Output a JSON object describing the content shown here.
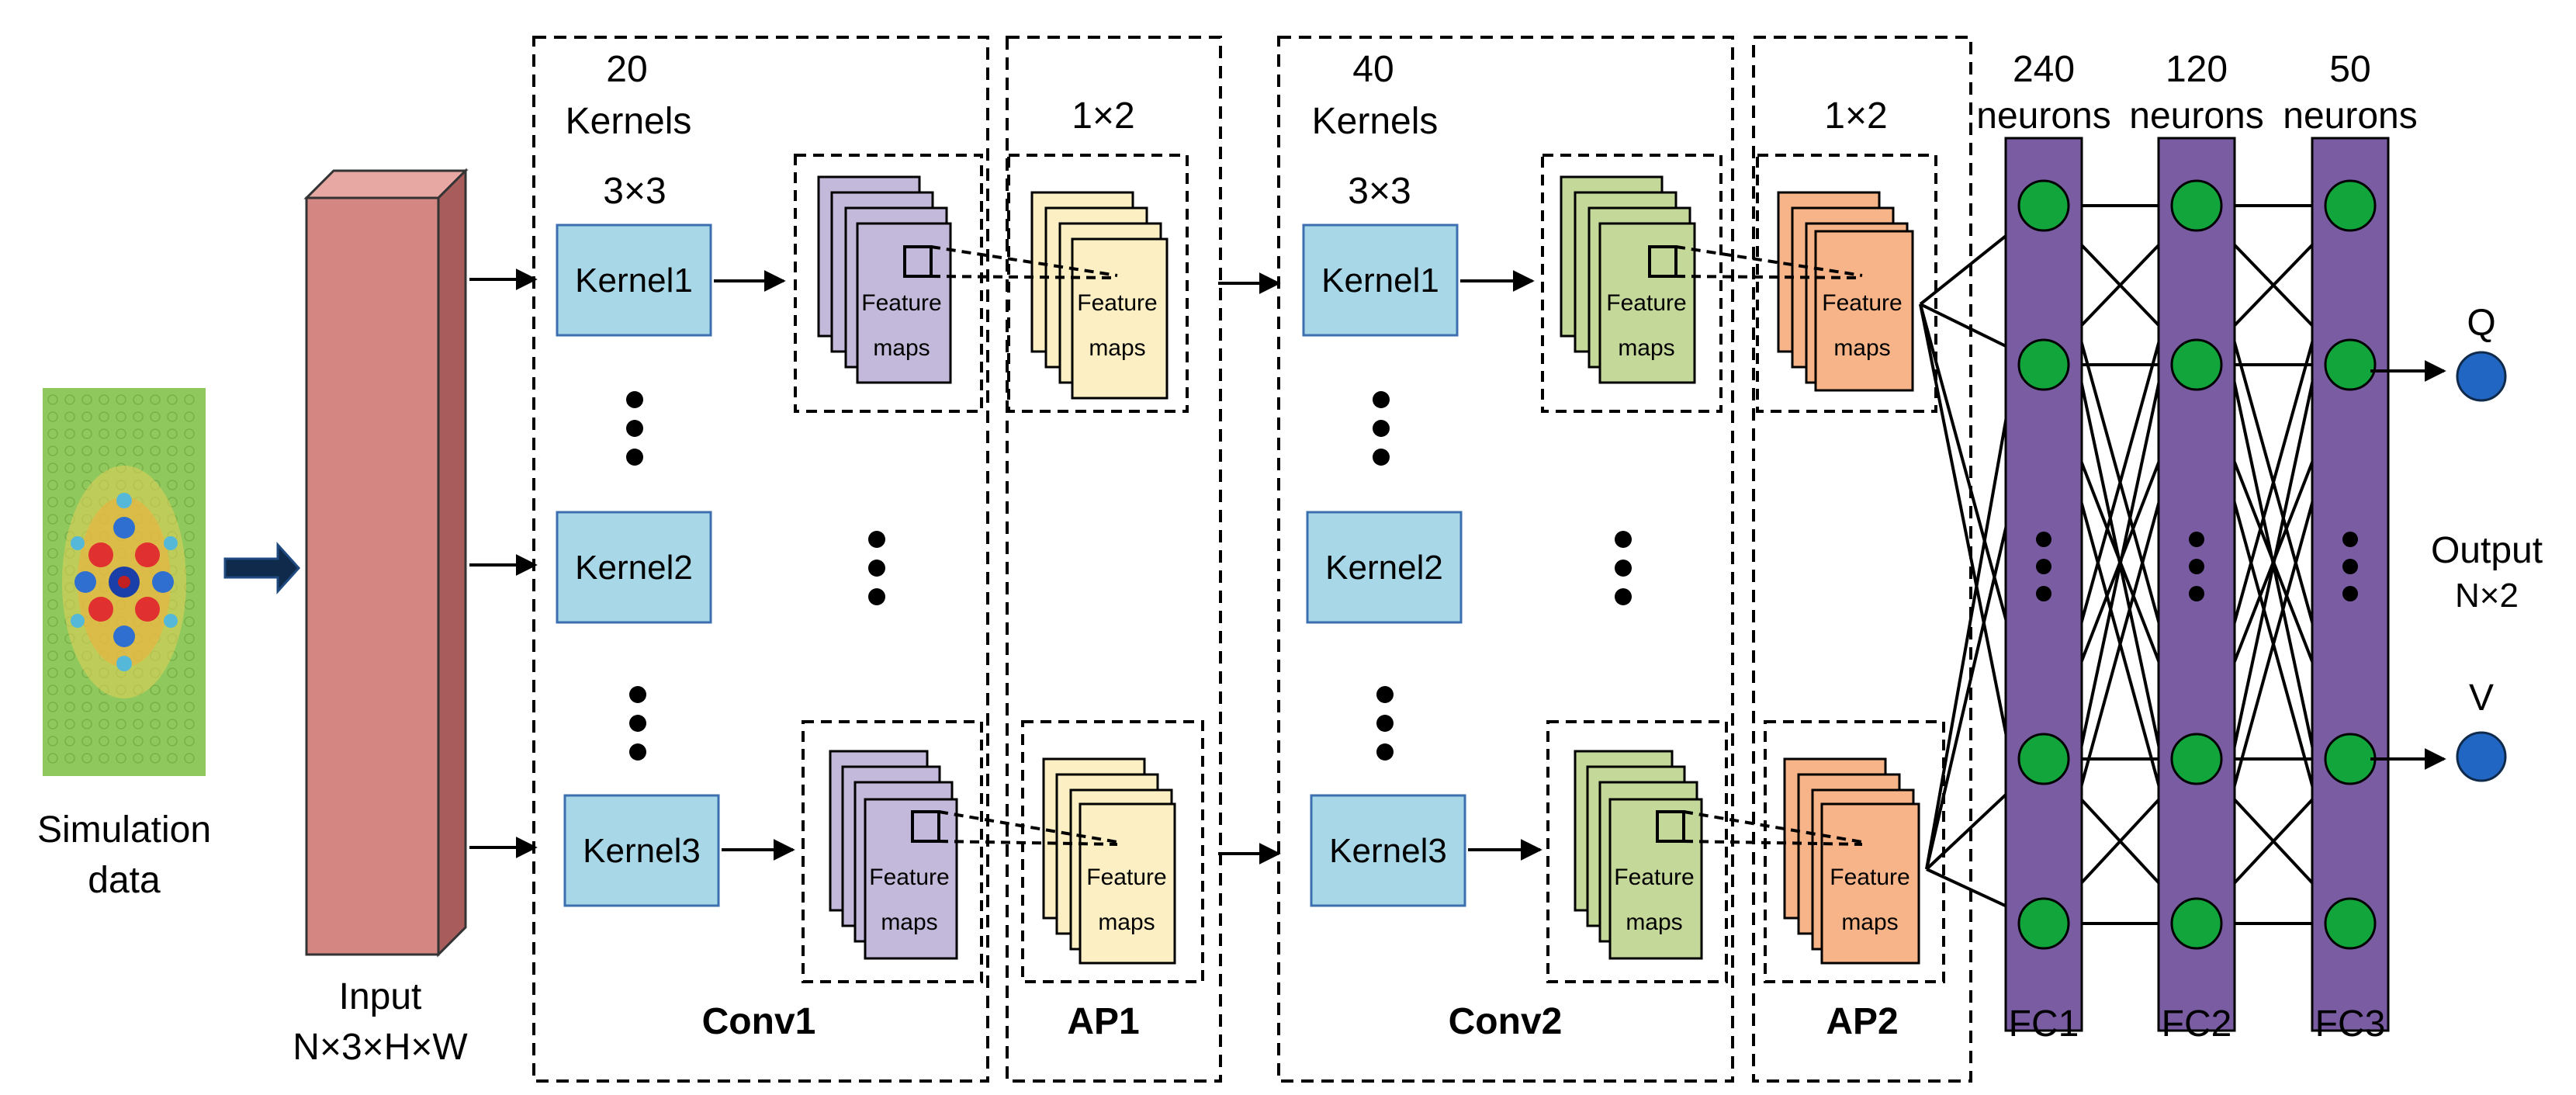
{
  "input": {
    "image_caption": [
      "Simulation",
      "data"
    ],
    "label": "Input",
    "shape": "N×3×H×W"
  },
  "conv1": {
    "count": "20",
    "kernels_word": "Kernels",
    "size": "3×3",
    "kernels": [
      "Kernel1",
      "Kernel2",
      "Kernel3"
    ],
    "feature_map": [
      "Feature",
      "maps"
    ],
    "name": "Conv1"
  },
  "ap1": {
    "pool": "1×2",
    "feature_map": [
      "Feature",
      "maps"
    ],
    "name": "AP1"
  },
  "conv2": {
    "count": "40",
    "kernels_word": "Kernels",
    "size": "3×3",
    "kernels": [
      "Kernel1",
      "Kernel2",
      "Kernel3"
    ],
    "feature_map": [
      "Feature",
      "maps"
    ],
    "name": "Conv2"
  },
  "ap2": {
    "pool": "1×2",
    "feature_map": [
      "Feature",
      "maps"
    ],
    "name": "AP2"
  },
  "fc": [
    {
      "count": "240",
      "unit": "neurons",
      "name": "FC1"
    },
    {
      "count": "120",
      "unit": "neurons",
      "name": "FC2"
    },
    {
      "count": "50",
      "unit": "neurons",
      "name": "FC3"
    }
  ],
  "output": {
    "label": "Output",
    "shape": "N×2",
    "nodes": [
      "Q",
      "V"
    ]
  },
  "colors": {
    "input_front": "#d48682",
    "input_side": "#a85d5c",
    "input_top": "#e7a8a4",
    "kernel_fill": "#a8d8e8",
    "kernel_stroke": "#3c6fb0",
    "conv1_map": "#c3b9da",
    "ap1_map": "#fcefc3",
    "conv2_map": "#c4d89a",
    "ap2_map": "#f7b488",
    "fc_bar": "#7a5ca3",
    "neuron": "#12a53c",
    "output_node": "#2266c4",
    "arrow_dark": "#0f2a4a"
  }
}
